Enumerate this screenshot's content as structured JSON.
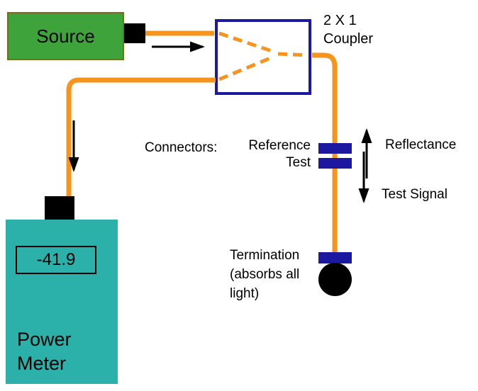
{
  "colors": {
    "source_green": "#3FA33C",
    "cable_orange": "#F7941E",
    "coupler_navy": "#1D18A0",
    "meter_teal": "#2BB1A9",
    "black": "#000000"
  },
  "source": {
    "label": "Source"
  },
  "coupler": {
    "label_line1": "2 X 1",
    "label_line2": "Coupler"
  },
  "connectors": {
    "heading": "Connectors:",
    "reference_label": "Reference",
    "test_label": "Test"
  },
  "signals": {
    "reflectance_label": "Reflectance",
    "test_signal_label": "Test Signal"
  },
  "termination": {
    "line1": "Termination",
    "line2": "(absorbs all",
    "line3": "light)"
  },
  "power_meter": {
    "reading": "-41.9",
    "label_line1": "Power",
    "label_line2": "Meter"
  }
}
